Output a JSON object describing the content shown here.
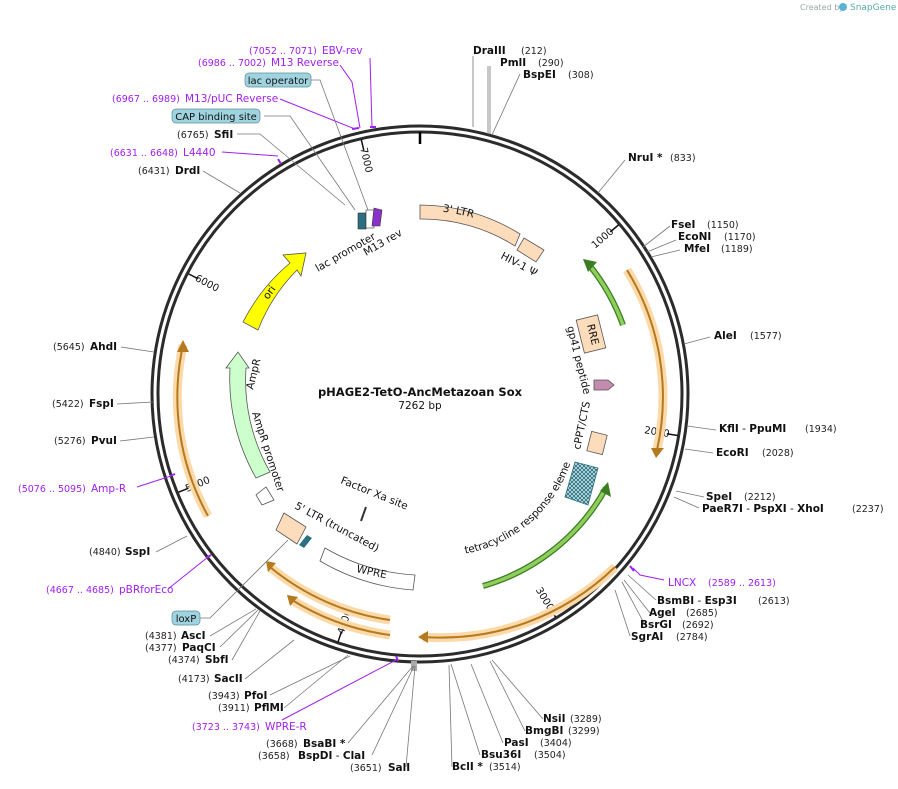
{
  "credit": {
    "prefix": "Created by",
    "brand": "SnapGene"
  },
  "plasmid": {
    "name": "pHAGE2-TetO-AncMetazoan Sox",
    "length_label": "7262 bp",
    "length": 7262
  },
  "ticks": [
    {
      "label": "1000",
      "pos": 1000
    },
    {
      "label": "2000",
      "pos": 2000
    },
    {
      "label": "3000",
      "pos": 3000
    },
    {
      "label": "4000",
      "pos": 4000
    },
    {
      "label": "5000",
      "pos": 5000
    },
    {
      "label": "6000",
      "pos": 6000
    },
    {
      "label": "7000",
      "pos": 7000
    }
  ],
  "sites": [
    {
      "name": "DraIII",
      "pos": "(212)"
    },
    {
      "name": "PmlI",
      "pos": "(290)"
    },
    {
      "name": "BspEI",
      "pos": "(308)"
    },
    {
      "name": "NruI *",
      "pos": "(833)"
    },
    {
      "name": "FseI",
      "pos": "(1150)"
    },
    {
      "name": "EcoNI",
      "pos": "(1170)"
    },
    {
      "name": "MfeI",
      "pos": "(1189)"
    },
    {
      "name": "AleI",
      "pos": "(1577)"
    },
    {
      "name": "KflI",
      "sep": " - ",
      "name2": "PpuMI",
      "pos": "(1934)"
    },
    {
      "name": "EcoRI",
      "pos": "(2028)"
    },
    {
      "name": "SpeI",
      "pos": "(2212)"
    },
    {
      "name": "PaeR7I",
      "sep": " - ",
      "name2": "PspXI",
      "sep2": " - ",
      "name3": "XhoI",
      "pos": "(2237)"
    },
    {
      "name": "BsmBI",
      "sep": " - ",
      "name2": "Esp3I",
      "pos": "(2613)"
    },
    {
      "name": "AgeI",
      "pos": "(2685)"
    },
    {
      "name": "BsrGI",
      "pos": "(2692)"
    },
    {
      "name": "SgrAI",
      "pos": "(2784)"
    },
    {
      "name": "NsiI",
      "pos": "(3289)"
    },
    {
      "name": "BmgBI",
      "pos": "(3299)"
    },
    {
      "name": "PasI",
      "pos": "(3404)"
    },
    {
      "name": "Bsu36I",
      "pos": "(3504)"
    },
    {
      "name": "BclI *",
      "pos": "(3514)"
    },
    {
      "name": "SalI",
      "pos": "(3651)"
    },
    {
      "name": "BspDI",
      "sep": " - ",
      "name2": "ClaI",
      "pos": "(3658)"
    },
    {
      "name": "BsaBI *",
      "pos": "(3668)"
    },
    {
      "name": "PflMI",
      "pos": "(3911)"
    },
    {
      "name": "PfoI",
      "pos": "(3943)"
    },
    {
      "name": "SacII",
      "pos": "(4173)"
    },
    {
      "name": "SbfI",
      "pos": "(4374)"
    },
    {
      "name": "PaqCI",
      "pos": "(4377)"
    },
    {
      "name": "AscI",
      "pos": "(4381)"
    },
    {
      "name": "SspI",
      "pos": "(4840)"
    },
    {
      "name": "PvuI",
      "pos": "(5276)"
    },
    {
      "name": "FspI",
      "pos": "(5422)"
    },
    {
      "name": "AhdI",
      "pos": "(5645)"
    },
    {
      "name": "DrdI",
      "pos": "(6431)"
    },
    {
      "name": "SfiI",
      "pos": "(6765)"
    }
  ],
  "primers": [
    {
      "name": "EBV-rev",
      "range": "(7052 .. 7071)"
    },
    {
      "name": "M13 Reverse",
      "range": "(6986 .. 7002)"
    },
    {
      "name": "M13/pUC Reverse",
      "range": "(6967 .. 6989)"
    },
    {
      "name": "L4440",
      "range": "(6631 .. 6648)"
    },
    {
      "name": "LNCX",
      "range": "(2589 .. 2613)"
    },
    {
      "name": "WPRE-R",
      "range": "(3723 .. 3743)"
    },
    {
      "name": "pBRforEco",
      "range": "(4667 .. 4685)"
    },
    {
      "name": "Amp-R",
      "range": "(5076 .. 5095)"
    }
  ],
  "boxes": [
    {
      "label": "lac operator"
    },
    {
      "label": "CAP binding site"
    },
    {
      "label": "loxP"
    }
  ],
  "features": [
    {
      "name": "3' LTR"
    },
    {
      "name": "HIV-1 Ψ"
    },
    {
      "name": "RRE"
    },
    {
      "name": "gp41 peptide"
    },
    {
      "name": "cPPT/CTS"
    },
    {
      "name": "tetracycline response element"
    },
    {
      "name": "Factor Xa site"
    },
    {
      "name": "WPRE"
    },
    {
      "name": "5' LTR (truncated)"
    },
    {
      "name": "AmpR promoter"
    },
    {
      "name": "AmpR"
    },
    {
      "name": "ori"
    },
    {
      "name": "lac promoter"
    },
    {
      "name": "M13 rev"
    }
  ],
  "colors": {
    "backbone": "#2b2b2b",
    "ltr": "#fddcbc",
    "ori": "#ffff00",
    "ampr": "#ccffcc",
    "orf_arrow": "#f2a23a",
    "green_arrow": "#7fc242",
    "primer": "#a020f0",
    "box_fill": "#9fd3df",
    "teal": "#2b6f80"
  }
}
